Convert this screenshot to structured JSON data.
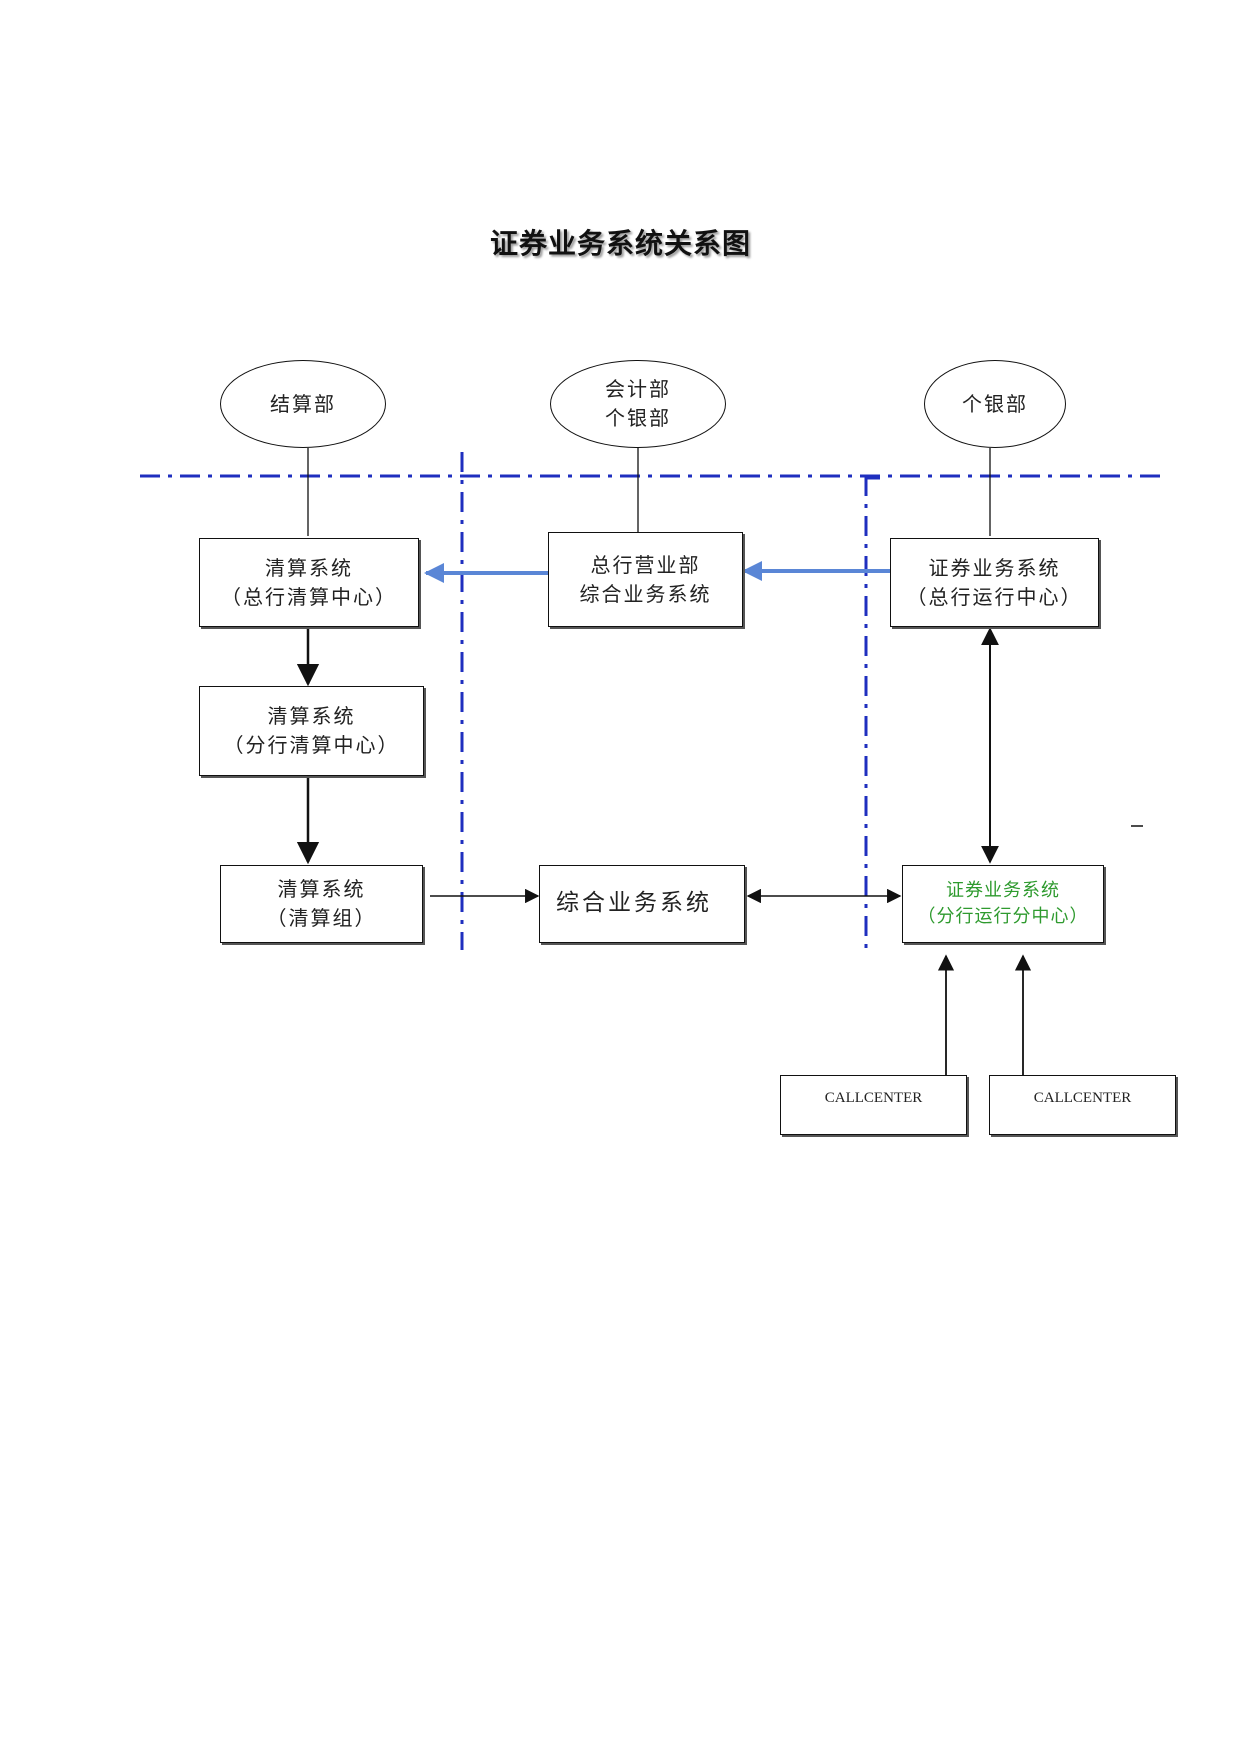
{
  "title": "证券业务系统关系图",
  "departments": {
    "settlement": "结算部",
    "accounting_line1": "会计部",
    "accounting_line2": "个银部",
    "personal_banking": "个银部"
  },
  "systems": {
    "clearing_hq": {
      "line1": "清算系统",
      "line2": "（总行清算中心）"
    },
    "clearing_branch": {
      "line1": "清算系统",
      "line2": "（分行清算中心）"
    },
    "clearing_group": {
      "line1": "清算系统",
      "line2": "（清算组）"
    },
    "hq_business_dept": {
      "line1": "总行营业部",
      "line2": "综合业务系统"
    },
    "integrated_business": {
      "line1": "综合业务系统"
    },
    "securities_hq": {
      "line1": "证券业务系统",
      "line2": "（总行运行中心）"
    },
    "securities_branch": {
      "line1": "证券业务系统",
      "line2": "（分行运行分中心）"
    }
  },
  "call_centers": [
    "CALLCENTER",
    "CALLCENTER"
  ],
  "colors": {
    "divider": "#1f2fbf",
    "flow_arrow": "#5a86d6",
    "line": "#111111",
    "highlight_text": "#2e9a2e"
  }
}
